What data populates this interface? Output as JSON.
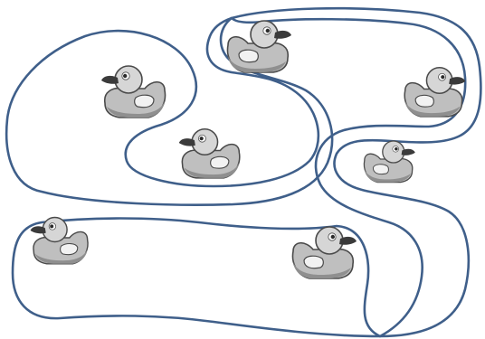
{
  "colors": {
    "background": "#ffffff",
    "region_outline": "#3f5f8a",
    "duck_body": "#bfbfbf",
    "duck_body_dark": "#8f8f8f",
    "duck_head": "#d6d6d6",
    "duck_outline": "#4a4a4a",
    "duck_beak": "#3b3b3b",
    "duck_wing": "#f2f2f2",
    "duck_eye": "#2a2a2a"
  },
  "regions": [
    {
      "name": "region-left-upper",
      "duck_count": 2
    },
    {
      "name": "region-right-upper",
      "duck_count": 3
    },
    {
      "name": "region-bottom",
      "duck_count": 2
    }
  ],
  "ducks": [
    {
      "name": "duck-1",
      "facing": "left"
    },
    {
      "name": "duck-2",
      "facing": "right"
    },
    {
      "name": "duck-3",
      "facing": "right"
    },
    {
      "name": "duck-4",
      "facing": "left"
    },
    {
      "name": "duck-5",
      "facing": "right"
    },
    {
      "name": "duck-6",
      "facing": "left"
    },
    {
      "name": "duck-7",
      "facing": "right"
    }
  ]
}
